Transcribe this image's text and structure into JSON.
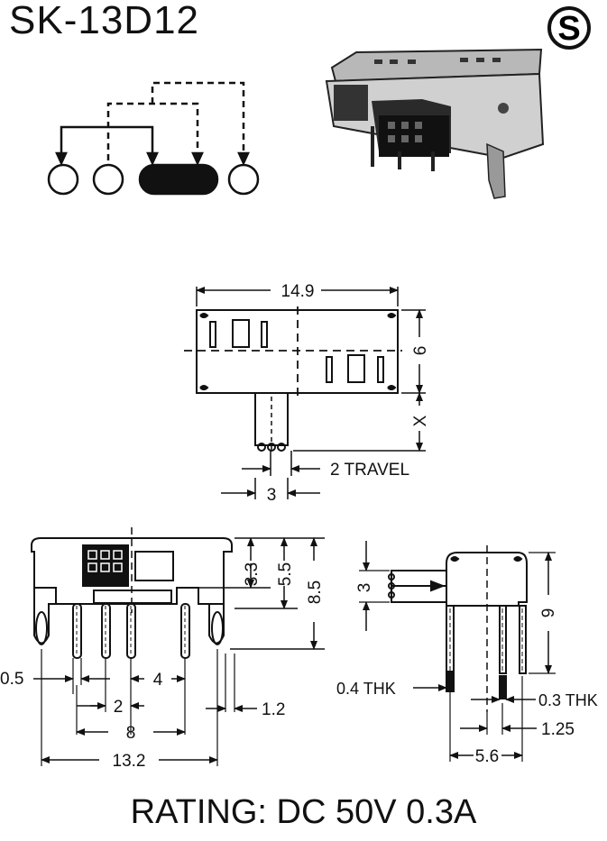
{
  "title": "SK-13D12",
  "rating": "RATING: DC 50V 0.3A",
  "logo_letter": "S",
  "top_view": {
    "width": "14.9",
    "height": "6",
    "x_dim": "X",
    "travel": "2 TRAVEL",
    "actuator_width": "3"
  },
  "front_view": {
    "pin_width": "0.5",
    "pitch_small": "2",
    "pitch": "4",
    "pitch_total": "8",
    "overall": "13.2",
    "mount_width": "1.2",
    "h1": "3.3",
    "h2": "5.5",
    "h3": "8.5"
  },
  "side_view": {
    "actuator_height": "3",
    "height": "9",
    "thk1": "0.4 THK",
    "thk2": "0.3 THK",
    "offset": "1.25",
    "depth": "5.6"
  }
}
